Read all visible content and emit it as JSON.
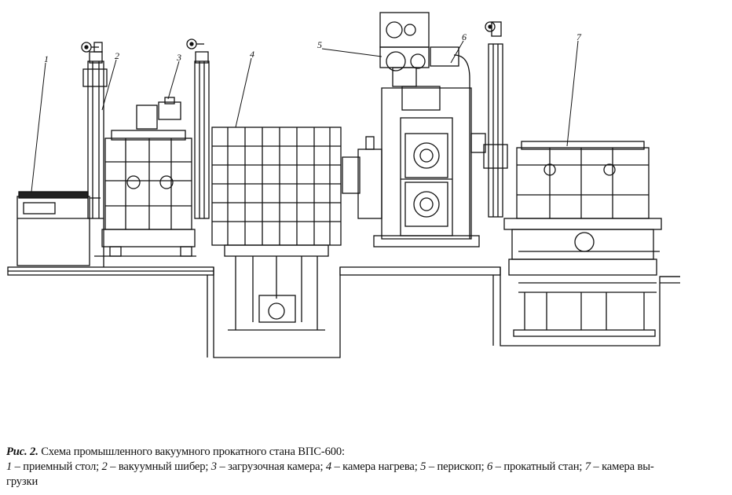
{
  "figure": {
    "callouts": [
      "1",
      "2",
      "3",
      "4",
      "5",
      "6",
      "7"
    ]
  },
  "caption": {
    "fig_label": "Рис. 2.",
    "title": " Схема промышленного вакуумного прокатного стана ВПС-600:",
    "items": [
      {
        "num": "1",
        "text": " – приемный стол; "
      },
      {
        "num": "2",
        "text": " – вакуумный шибер; "
      },
      {
        "num": "3",
        "text": " – загрузочная камера; "
      },
      {
        "num": "4",
        "text": " – камера нагрева; "
      },
      {
        "num": "5",
        "text": " – перископ; "
      },
      {
        "num": "6",
        "text": " – прокатный стан; "
      },
      {
        "num": "7",
        "text": " – камера вы-"
      }
    ],
    "continuation": "грузки"
  }
}
